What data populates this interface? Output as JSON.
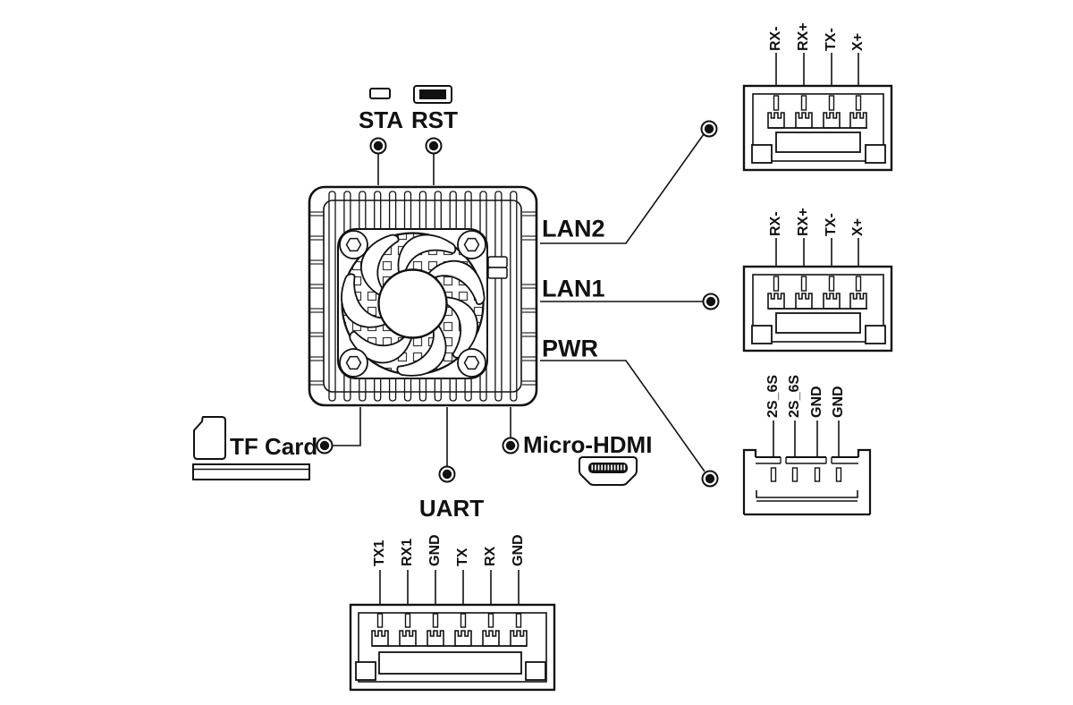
{
  "labels": {
    "sta": "STA",
    "rst": "RST",
    "lan2": "LAN2",
    "lan1": "LAN1",
    "pwr": "PWR",
    "tf_card": "TF Card",
    "micro_hdmi": "Micro-HDMI",
    "uart": "UART"
  },
  "pinouts": {
    "lan2": [
      "RX-",
      "RX+",
      "TX-",
      "X+"
    ],
    "lan1": [
      "RX-",
      "RX+",
      "TX-",
      "X+"
    ],
    "pwr": [
      "2S_6S",
      "2S_6S",
      "GND",
      "GND"
    ],
    "uart": [
      "TX1",
      "RX1",
      "GND",
      "TX",
      "RX",
      "GND"
    ]
  },
  "colors": {
    "line": "#111111",
    "background": "#ffffff"
  }
}
